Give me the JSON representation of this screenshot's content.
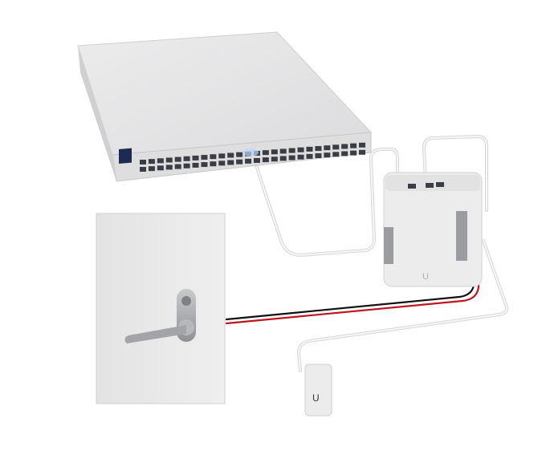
{
  "diagram": {
    "components": [
      "network-switch",
      "access-hub",
      "door-with-lever-lock",
      "access-reader"
    ],
    "colors": {
      "background": "#ffffff",
      "device_body": "#e9e9ea",
      "device_shadow": "#d4d4d6",
      "port": "#3a3d45",
      "cable_white": "#f2f2f2",
      "cable_red": "#c0161b",
      "cable_black": "#111111",
      "lever": "#a9abad",
      "glow": "#bcd6ff"
    }
  }
}
